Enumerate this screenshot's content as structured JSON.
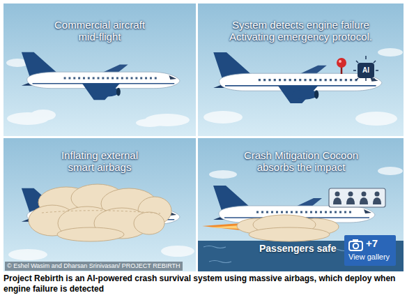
{
  "diagram": {
    "caption": "Project Rebirth is an AI-powered crash survival system using massive airbags, which deploy when engine failure is detected",
    "nodes": [
      {
        "text": [
          "Commercial aircraft mid-flight"
        ]
      },
      {
        "text": [
          "System detects engine failure Activating emergency protocol."
        ]
      },
      {
        "text": [
          "Inflating external smart airbags"
        ]
      },
      {
        "text": [
          "Crash Mitigation Cocoon absorbs the impact",
          "Passengers safe"
        ]
      },
      {
        "text": [
          "+7",
          "View gallery"
        ]
      }
    ],
    "labels": [
      "AI",
      "© Eshel Wasim and Dharsan Srinivasan/ PROJECT REBIRTH"
    ]
  }
}
